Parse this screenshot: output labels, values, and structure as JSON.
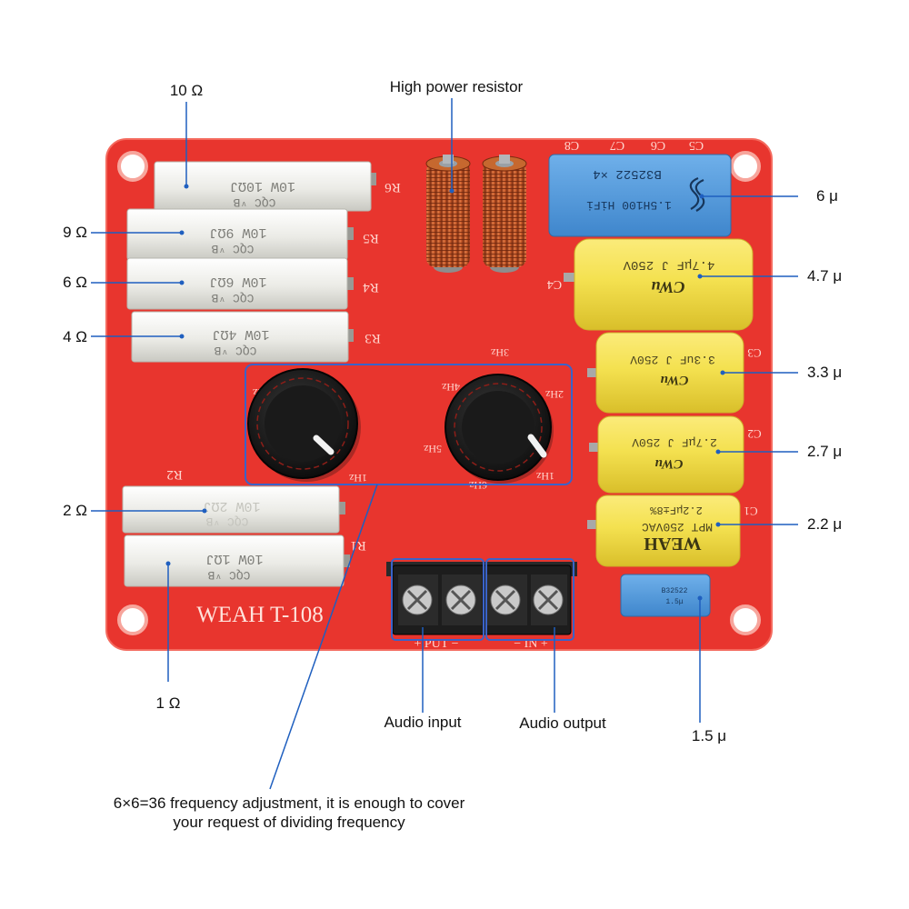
{
  "labels": {
    "r6": "10 Ω",
    "r5": "9 Ω",
    "r4": "6 Ω",
    "r3": "4 Ω",
    "r2": "2 Ω",
    "r1": "1 Ω",
    "high_power": "High power resistor",
    "c8": "6 μ",
    "c4": "4.7 μ",
    "c3": "3.3 μ",
    "c2": "2.7 μ",
    "c1": "2.2 μ",
    "c_small": "1.5 μ",
    "audio_input": "Audio input",
    "audio_output": "Audio output",
    "note_line1": "6×6=36 frequency adjustment, it is enough to cover",
    "note_line2": "your request of dividing frequency"
  },
  "board": {
    "brand": "WEAH T-108",
    "silk": {
      "r6": "R6",
      "r5": "R5",
      "r4": "R4",
      "r3": "R3",
      "r2": "R2",
      "r1": "R1",
      "c4": "C4",
      "c8": "C8",
      "c7": "C7",
      "c6": "C6",
      "c5": "C5",
      "c3": "C3",
      "c2": "C2",
      "c1": "C1",
      "put": "+ PUT −",
      "in": "− IN +",
      "hz1": "1Hz",
      "hz2": "2Hz",
      "hz3": "3Hz",
      "hz4": "4Hz",
      "hz5": "5Hz",
      "hz6": "6Hz"
    },
    "resistor_text": {
      "r6_a": "10W 10ΩJ",
      "r6_b": "CQC ᵛB",
      "r5_a": "10W 9ΩJ",
      "r5_b": "CQC ᵛB",
      "r4_a": "10W 6ΩJ",
      "r4_b": "CQC ᵛB",
      "r3_a": "10W 4ΩJ",
      "r3_b": "CQC ᵛB",
      "r2_a": "10W 2ΩJ",
      "r2_b": "CQC ᵛB",
      "r1_a": "10W 1ΩJ",
      "r1_b": "CQC ᵛB"
    },
    "cap_text": {
      "c8_a": "B32522 ×4",
      "c8_b": "1.5H100 HiFi",
      "c4_a": "4.7μF J 250V",
      "c3_a": "3.3uF J 250V",
      "c2_a": "2.7μF J 250V",
      "c1_a": "MPT 250VAC",
      "c1_b": "2.2μF±8%",
      "c1_c": "WEAH",
      "cs_a": "B32522",
      "cs_b": "1.5μ",
      "brand": "CWu"
    }
  },
  "colors": {
    "board": "#e8352e",
    "board_edge": "#f05a4e",
    "callout_line": "#1f5fbf",
    "highlight": "#3a63c9",
    "yellow_cap": "#f4e150",
    "blue_cap": "#4f97db",
    "resistor": "#eeeeea",
    "copper": "#c8612f",
    "knob": "#1b1b1b"
  }
}
